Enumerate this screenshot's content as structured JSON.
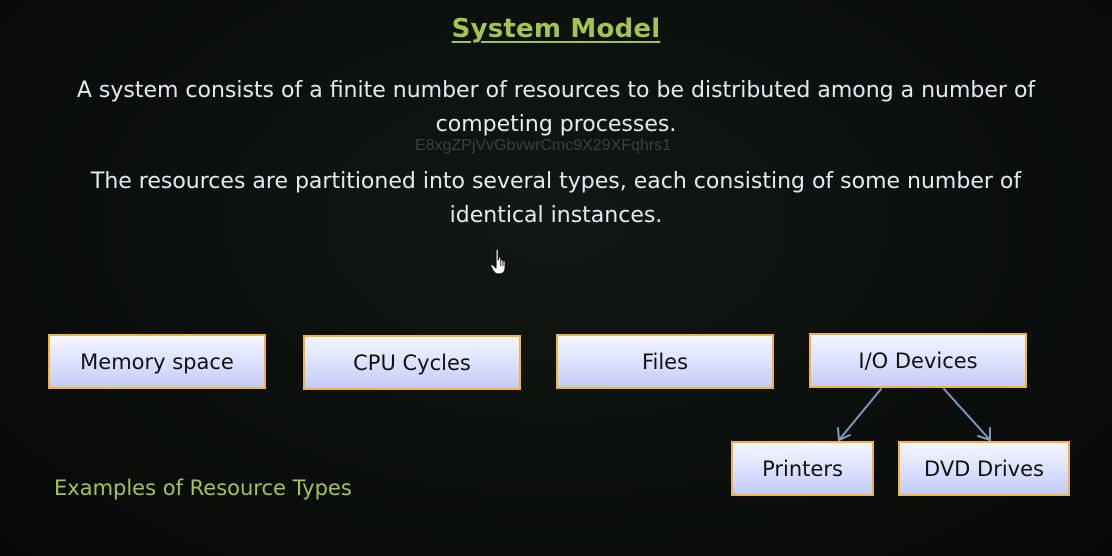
{
  "slide": {
    "title": "System Model",
    "paragraph1": {
      "line1": "A system consists of a finite number of resources to be distributed among a number of",
      "line2": "competing processes."
    },
    "watermark": "E8xgZPjVvGbvwrCmc9X29XFqhrs1",
    "paragraph2": {
      "line1": "The resources are partitioned into several types, each consisting of some number of",
      "line2": "identical instances."
    },
    "resource_boxes": {
      "memory": "Memory space",
      "cpu": "CPU Cycles",
      "files": "Files",
      "io": "I/O Devices"
    },
    "io_children": {
      "printers": "Printers",
      "dvd": "DVD Drives"
    },
    "caption": "Examples of Resource Types",
    "colors": {
      "title": "#a3c450",
      "caption": "#a3c450",
      "box_border": "#f0b53a",
      "box_fill": "#dfe4ff",
      "arrow": "#7f9bc2",
      "background": "#0b0f0c"
    },
    "icons": {
      "cursor": "hand-pointer-icon"
    }
  }
}
